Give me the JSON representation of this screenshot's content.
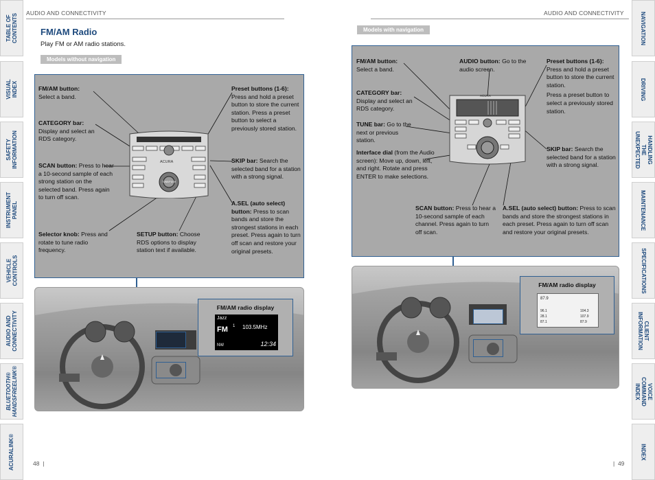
{
  "left_tabs": [
    {
      "label": "TABLE OF\nCONTENTS"
    },
    {
      "label": "VISUAL INDEX"
    },
    {
      "label": "SAFETY\nINFORMATION"
    },
    {
      "label": "INSTRUMENT\nPANEL"
    },
    {
      "label": "VEHICLE\nCONTROLS"
    },
    {
      "label": "AUDIO AND\nCONNECTIVITY"
    },
    {
      "label": "BLUETOOTH®\nHANDSFREELINK®"
    },
    {
      "label": "ACURALINK®"
    }
  ],
  "right_tabs": [
    {
      "label": "NAVIGATION"
    },
    {
      "label": "DRIVING"
    },
    {
      "label": "HANDLING THE\nUNEXPECTED"
    },
    {
      "label": "MAINTENANCE"
    },
    {
      "label": "SPECIFICATIONS"
    },
    {
      "label": "CLIENT\nINFORMATION"
    },
    {
      "label": "VOICE COMMAND\nINDEX"
    },
    {
      "label": "INDEX"
    }
  ],
  "left_page": {
    "header": "AUDIO AND CONNECTIVITY",
    "title": "FM/AM Radio",
    "subtitle": "Play FM or AM radio stations.",
    "badge": "Models without navigation",
    "page_number": "48",
    "labels": {
      "fm_am_button": {
        "term": "FM/AM button:",
        "desc": "Select a band."
      },
      "category_bar": {
        "term": "CATEGORY bar:",
        "desc": "Display and select an RDS category."
      },
      "scan_button": {
        "term": "SCAN button:",
        "desc": "Press to hear a 10-second sample of each strong station on the selected band. Press again to turn off scan."
      },
      "selector_knob": {
        "term": "Selector knob:",
        "desc": "Press and rotate to tune radio frequency."
      },
      "setup_button": {
        "term": "SETUP button:",
        "desc": "Choose RDS options to display station text if available."
      },
      "preset_buttons": {
        "term": "Preset buttons (1-6):",
        "desc": "Press and hold a preset button to store the current station. Press a preset button to select a previously stored station."
      },
      "skip_bar": {
        "term": "SKIP bar:",
        "desc": "Search the selected band for a station with a strong signal."
      },
      "asel": {
        "term": "A.SEL (auto select) button:",
        "desc": "Press to scan bands and store the strongest stations in each preset. Press again to turn off scan and restore your original presets."
      }
    },
    "unit": {
      "brand": "ACURA",
      "dial_label": "TUNE/PUSH"
    },
    "display": {
      "title": "FM/AM radio display",
      "genre": "Jazz",
      "band": "FM",
      "preset": "1",
      "frequency": "103.5MHz",
      "direction": "NW",
      "clock": "12:34"
    }
  },
  "right_page": {
    "header": "AUDIO AND CONNECTIVITY",
    "badge": "Models with navigation",
    "page_number": "49",
    "labels": {
      "fm_am_button": {
        "term": "FM/AM button:",
        "desc": "Select a band."
      },
      "audio_button": {
        "term": "AUDIO button:",
        "desc": "Go to the audio screen."
      },
      "preset_buttons": {
        "term": "Preset buttons (1-6):",
        "desc": "Press and hold a preset button to store the current station.",
        "desc2": "Press a preset button to select a previously stored station."
      },
      "category_bar": {
        "term": "CATEGORY bar:",
        "desc": "Display and select an RDS category."
      },
      "tune_bar": {
        "term": "TUNE bar:",
        "desc": "Go to the next or previous station."
      },
      "interface_dial": {
        "term": "Interface dial",
        "desc": "(from the Audio screen): Move up, down, left, and right. Rotate and press ENTER to make selections."
      },
      "skip_bar": {
        "term": "SKIP bar:",
        "desc": "Search the selected band for a station with a strong signal."
      },
      "scan_button": {
        "term": "SCAN button:",
        "desc": "Press to hear a 10-second sample of each channel. Press again to turn off scan."
      },
      "asel": {
        "term": "A.SEL (auto select) button:",
        "desc": "Press to scan bands and store the strongest stations in each preset. Press again to turn off scan and restore your original presets."
      }
    },
    "unit": {
      "brand": "ACURA"
    },
    "display": {
      "title": "FM/AM radio display",
      "frequency": "87.9",
      "presets": [
        "96.1",
        "104.3",
        "28.1",
        "107.9",
        "87.1",
        "87.9"
      ]
    }
  },
  "colors": {
    "accent": "#1e4a7d",
    "panel": "#a9a9a9",
    "border": "#2f5f92",
    "tab_bg": "#eeeeee"
  }
}
